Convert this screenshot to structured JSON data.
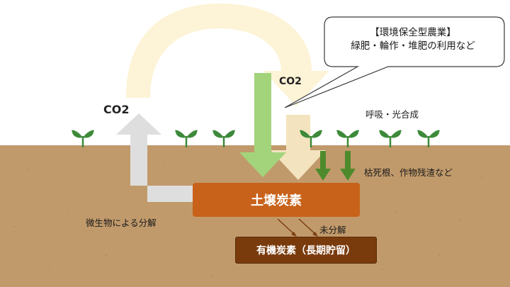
{
  "labels": {
    "co2_left": "CO2",
    "co2_right": "CO2",
    "respiration": "呼吸・光合成",
    "litter": "枯死根、作物残渣など",
    "microbial": "微生物による分解",
    "undecomposed": "未分解"
  },
  "boxes": {
    "soil_carbon": "土壌炭素",
    "organic_carbon": "有機炭素（長期貯留）"
  },
  "callout": {
    "line1": "【環境保全型農業】",
    "line2": "緑肥・輪作・堆肥の利用など"
  },
  "colors": {
    "sky": "#ffffff",
    "soil": "#c19a6b",
    "soil_carbon_box": "#c8621a",
    "organic_carbon_box": "#7a3b0c",
    "green_arrow": "#a3d47c",
    "dark_green_arrow": "#4e8a2c",
    "cream_arrow": "#fdf3d6",
    "gray_arrow": "#dedede",
    "plant": "#3d8a3a"
  }
}
